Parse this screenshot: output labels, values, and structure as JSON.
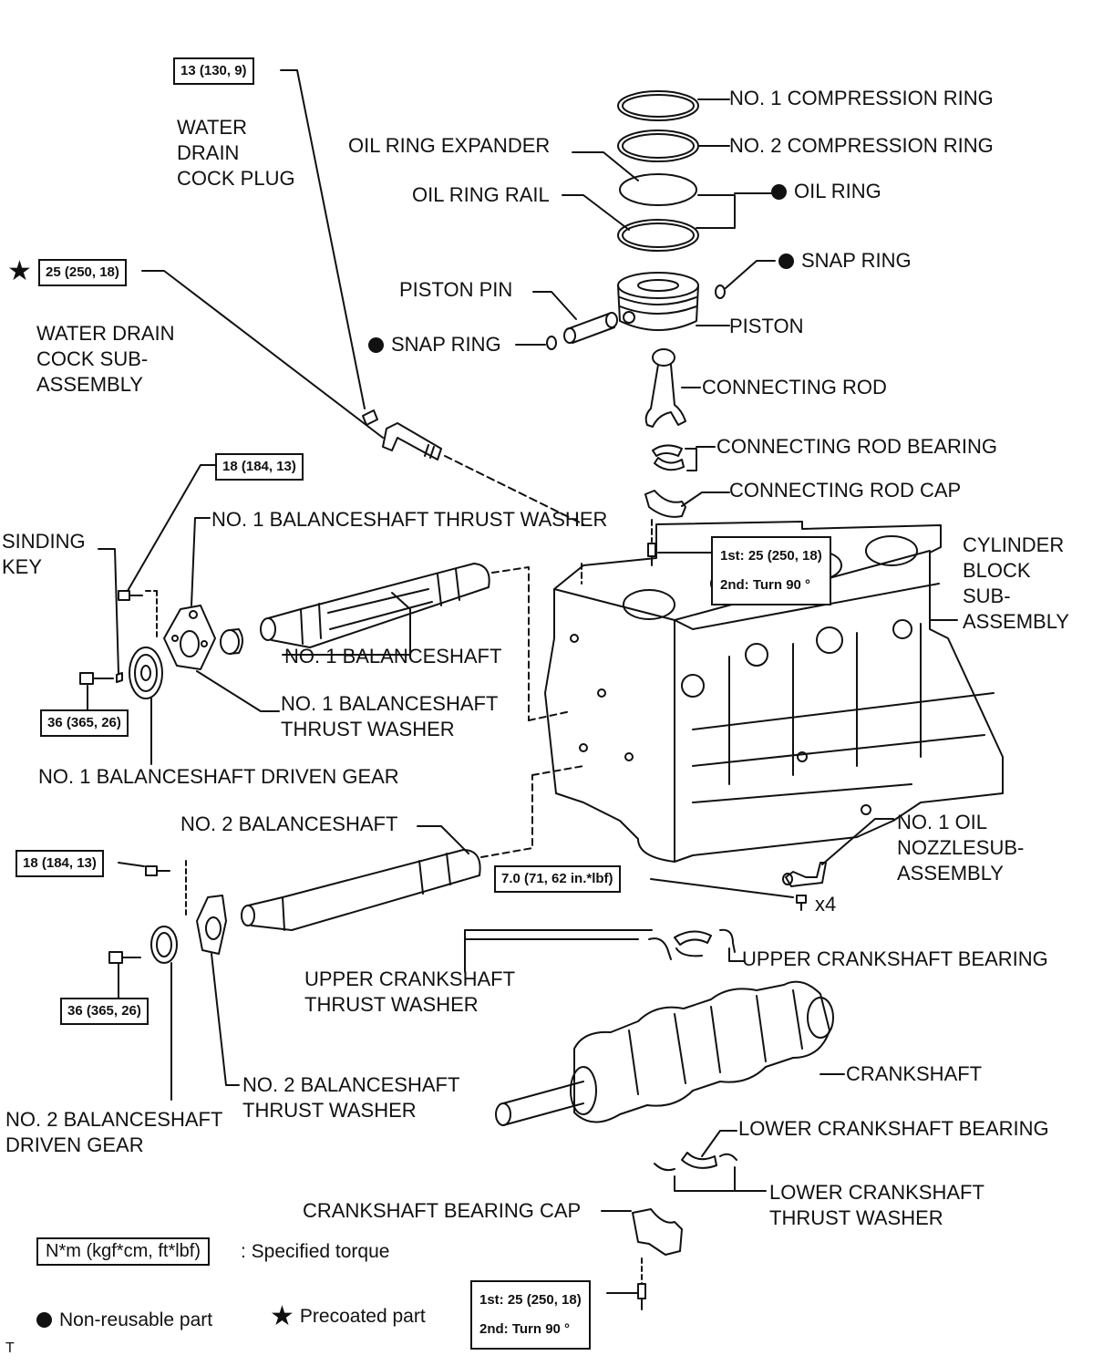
{
  "labels": {
    "no1_compression_ring": "NO. 1 COMPRESSION RING",
    "no2_compression_ring": "NO. 2 COMPRESSION RING",
    "oil_ring_expander": "OIL RING EXPANDER",
    "oil_ring_rail": "OIL RING RAIL",
    "oil_ring": "OIL RING",
    "snap_ring_right": "SNAP RING",
    "snap_ring_left": "SNAP RING",
    "piston_pin": "PISTON PIN",
    "piston": "PISTON",
    "water_drain_cock_plug": [
      "WATER",
      "DRAIN",
      "COCK PLUG"
    ],
    "water_drain_cock_sub": [
      "WATER DRAIN",
      "COCK SUB-",
      "ASSEMBLY"
    ],
    "connecting_rod": "CONNECTING ROD",
    "connecting_rod_bearing": "CONNECTING ROD BEARING",
    "connecting_rod_cap": "CONNECTING ROD CAP",
    "no1_balanceshaft_thrust_washer_top": "NO. 1 BALANCESHAFT THRUST WASHER",
    "sinding_key": [
      "SINDING",
      "KEY"
    ],
    "cylinder_block": [
      "CYLINDER",
      "BLOCK",
      "SUB-",
      "ASSEMBLY"
    ],
    "no1_balanceshaft": "NO. 1 BALANCESHAFT",
    "no1_balanceshaft_thrust_washer": [
      "NO. 1 BALANCESHAFT",
      "THRUST WASHER"
    ],
    "no1_balanceshaft_driven_gear": "NO. 1 BALANCESHAFT DRIVEN GEAR",
    "no2_balanceshaft": "NO. 2 BALANCESHAFT",
    "no1_oil_nozzle": [
      "NO. 1 OIL",
      "NOZZLESUB-",
      "ASSEMBLY"
    ],
    "x4": "x4",
    "upper_crankshaft_bearing": "UPPER CRANKSHAFT BEARING",
    "upper_crankshaft_thrust_washer": [
      "UPPER CRANKSHAFT",
      "THRUST WASHER"
    ],
    "crankshaft": "CRANKSHAFT",
    "no2_balanceshaft_thrust_washer": [
      "NO. 2 BALANCESHAFT",
      "THRUST WASHER"
    ],
    "no2_balanceshaft_driven_gear": [
      "NO. 2 BALANCESHAFT",
      "DRIVEN GEAR"
    ],
    "lower_crankshaft_bearing": "LOWER CRANKSHAFT BEARING",
    "lower_crankshaft_thrust_washer": [
      "LOWER CRANKSHAFT",
      "THRUST WASHER"
    ],
    "crankshaft_bearing_cap": "CRANKSHAFT BEARING CAP"
  },
  "torque": {
    "plug": "13 (130, 9)",
    "water_cock": "25 (250, 18)",
    "no1_bolt_top": "18 (184, 13)",
    "no1_gear_bolt": "36 (365, 26)",
    "no2_bolt_top": "18 (184, 13)",
    "no2_gear_bolt": "36 (365, 26)",
    "oil_nozzle": "7.0 (71, 62 in.*lbf)",
    "conrod_1st": "1st: 25 (250, 18)",
    "conrod_2nd": "2nd: Turn 90 °",
    "cap_1st": "1st: 25 (250, 18)",
    "cap_2nd": "2nd: Turn 90 °"
  },
  "legend": {
    "torque_box": "N*m (kgf*cm, ft*lbf)",
    "torque_text": ": Specified torque",
    "non_reusable": "Non-reusable part",
    "precoated": "Precoated part",
    "corner_mark": "T"
  }
}
